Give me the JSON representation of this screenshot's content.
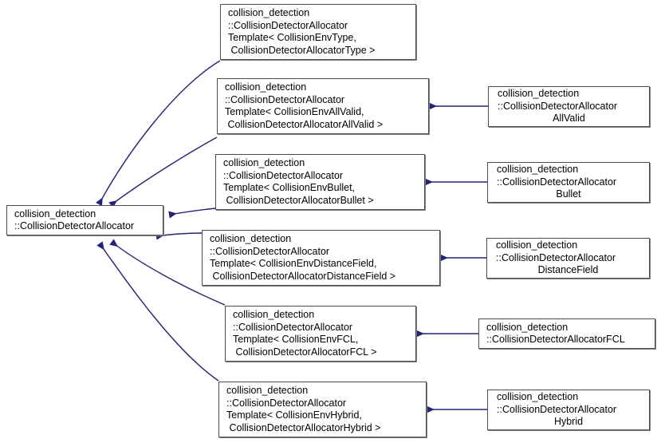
{
  "diagram": {
    "title": "collision_detection::CollisionDetectorAllocator inheritance diagram",
    "type": "class-inheritance",
    "edge_color": "#232377",
    "node_border_color": "#4d4d4d",
    "node_fill_color": "#ffffff",
    "background_color": "#ffffff",
    "text_color": "#000000"
  },
  "nodes": {
    "base": {
      "name": "collision-detector-allocator",
      "lines": [
        "collision_detection",
        "::CollisionDetectorAllocator"
      ]
    },
    "template_type": {
      "name": "allocator-template-type",
      "lines": [
        "collision_detection",
        "::CollisionDetectorAllocator",
        "Template< CollisionEnvType,",
        " CollisionDetectorAllocatorType >"
      ]
    },
    "template_allvalid": {
      "name": "allocator-template-allvalid",
      "lines": [
        "collision_detection",
        "::CollisionDetectorAllocator",
        "Template< CollisionEnvAllValid,",
        " CollisionDetectorAllocatorAllValid >"
      ]
    },
    "template_bullet": {
      "name": "allocator-template-bullet",
      "lines": [
        "collision_detection",
        "::CollisionDetectorAllocator",
        "Template< CollisionEnvBullet,",
        " CollisionDetectorAllocatorBullet >"
      ]
    },
    "template_distancefield": {
      "name": "allocator-template-distancefield",
      "lines": [
        "collision_detection",
        "::CollisionDetectorAllocator",
        "Template< CollisionEnvDistanceField,",
        " CollisionDetectorAllocatorDistanceField >"
      ]
    },
    "template_fcl": {
      "name": "allocator-template-fcl",
      "lines": [
        "collision_detection",
        "::CollisionDetectorAllocator",
        "Template< CollisionEnvFCL,",
        " CollisionDetectorAllocatorFCL >"
      ]
    },
    "template_hybrid": {
      "name": "allocator-template-hybrid",
      "lines": [
        "collision_detection",
        "::CollisionDetectorAllocator",
        "Template< CollisionEnvHybrid,",
        " CollisionDetectorAllocatorHybrid >"
      ]
    },
    "derived_allvalid": {
      "name": "allocator-allvalid",
      "lines": [
        "collision_detection",
        "::CollisionDetectorAllocator",
        "AllValid"
      ]
    },
    "derived_bullet": {
      "name": "allocator-bullet",
      "lines": [
        "collision_detection",
        "::CollisionDetectorAllocator",
        "Bullet"
      ]
    },
    "derived_distancefield": {
      "name": "allocator-distancefield",
      "lines": [
        "collision_detection",
        "::CollisionDetectorAllocator",
        "DistanceField"
      ]
    },
    "derived_fcl": {
      "name": "allocator-fcl",
      "lines": [
        "collision_detection",
        "::CollisionDetectorAllocatorFCL"
      ]
    },
    "derived_hybrid": {
      "name": "allocator-hybrid",
      "lines": [
        "collision_detection",
        "::CollisionDetectorAllocator",
        "Hybrid"
      ]
    }
  }
}
